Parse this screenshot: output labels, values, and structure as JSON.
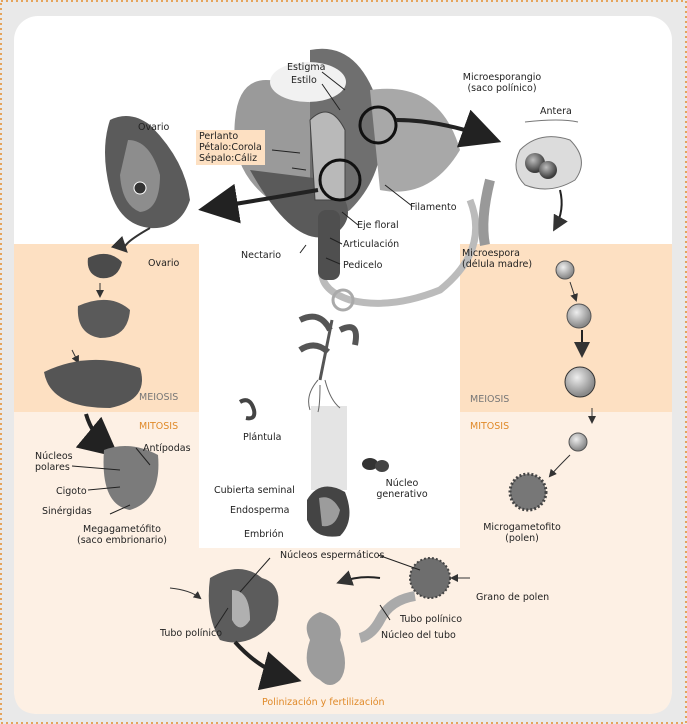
{
  "colors": {
    "panel": "#ffffff",
    "outer": "#e9e9e9",
    "peach": "#fde0c2",
    "light": "#fdf0e4",
    "orange": "#e08a2a",
    "dark": "#333333",
    "mid": "#777777",
    "dots": "#e5a45c"
  },
  "flower": {
    "estigma": "Estigma",
    "estilo": "Estilo",
    "perlanto": "Perlanto",
    "petalo": "Pétalo:Corola",
    "sepalo": "Sépalo:Cáliz",
    "filamento": "Filamento",
    "eje_floral": "Eje floral",
    "articulacion": "Articulación",
    "nectario": "Nectario",
    "pedicelo": "Pedicelo"
  },
  "anther": {
    "microesporangio": "Microesporangio",
    "saco_polinico": "(saco polínico)",
    "antera": "Antera"
  },
  "ovary_top": {
    "ovario": "Ovario"
  },
  "left_panel": {
    "ovario": "Ovario",
    "meiosis": "MEIOSIS",
    "mitosis": "MITOSIS",
    "antipodas": "Antípodas",
    "nucleos": "Núcleos",
    "polares": "polares",
    "cigoto": "Cigoto",
    "sinergidas": "Sinérgidas",
    "megagametofito": "Megagametófito",
    "saco_embrionario": "(saco embrionario)"
  },
  "right_panel": {
    "microespora": "Microespora",
    "celula_madre": "(délula madre)",
    "meiosis": "MEIOSIS",
    "mitosis": "MITOSIS",
    "microgametofito": "Microgametofito",
    "polen": "(polen)"
  },
  "center": {
    "plantula": "Plántula",
    "cubierta_seminal": "Cubierta seminal",
    "endosperma": "Endosperma",
    "embrion": "Embrión",
    "nucleo": "Núcleo",
    "generativo": "generativo"
  },
  "bottom": {
    "nucleos_espermaticos": "Núcleos espermáticos",
    "grano_de_polen": "Grano de polen",
    "tubo_polinico_right": "Tubo polínico",
    "nucleo_del_tubo": "Núcleo del tubo",
    "tubo_polinico_left": "Tubo polínico",
    "title": "Polinización y fertilización"
  }
}
